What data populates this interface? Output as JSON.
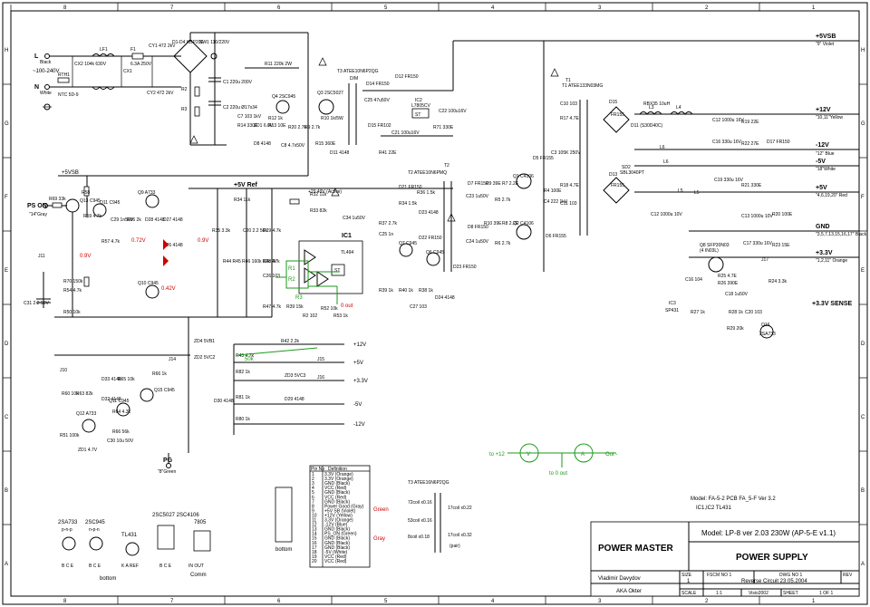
{
  "frame": {
    "columns": [
      "8",
      "7",
      "6",
      "5",
      "4",
      "3",
      "2",
      "1"
    ],
    "rows": [
      "H",
      "G",
      "F",
      "E",
      "D",
      "C",
      "B",
      "A"
    ]
  },
  "ac_input": {
    "line_label": "L",
    "line_color": "Black",
    "neutral_label": "N",
    "neutral_color": "White",
    "voltage": "~100-240V",
    "fuse": "F1",
    "fuse_value": "6.3A 250V",
    "ntc": "NTC 5D-9",
    "rth": "RTH1",
    "lf1": "LF1",
    "cx1": "CX1",
    "cx2": "CX2 104k 630V",
    "cy1": "CY1 472 2kV",
    "cy2": "CY2 472 2kV",
    "bridge": "D1-D4 KBP206",
    "sw1": "SW1 110/220V"
  },
  "ps_on": {
    "label": "PS ON",
    "pin": "\"14\"Gray",
    "r69": "R69 33k"
  },
  "rails_right": [
    {
      "name": "+5VSB",
      "pin": "\"9\" Violet"
    },
    {
      "name": "+12V",
      "pin": "\"10,11\"Yellow"
    },
    {
      "name": "-12V",
      "pin": "\"12\" Blue"
    },
    {
      "name": "-5V",
      "pin": "\"18\"White"
    },
    {
      "name": "+5V",
      "pin": "\"4,6,19,20\" Red"
    },
    {
      "name": "GND",
      "pin": "\"3,5,7,13,15,16,17\" Black"
    },
    {
      "name": "+3.3V",
      "pin": "\"1,2,11\" Orange"
    },
    {
      "name": "+3.3V SENSE",
      "pin": ""
    }
  ],
  "ic": {
    "ic1": "IC1",
    "ic1_type": "TL494",
    "ic2": "IC2",
    "ic2_type": "L7805CV",
    "ic3": "IC3",
    "ic3_type": "SP431"
  },
  "transformers": {
    "t1": "T1 ATEE133N03MG",
    "t2": "T2 ATEE10N6PMQ",
    "t3": "T3 ATEE10N6P2QG",
    "t3_dual": "T3 ATEE16N6P2QG"
  },
  "transistors": {
    "q1": "Q1 C4106",
    "q2": "Q2 C4106",
    "q3": "Q3 2SC5027",
    "q4": "Q4 2SC945",
    "q5": "Q5 C945",
    "q6": "Q6 C945",
    "q7": "Q7 C945",
    "q8": "Q8 SFP30N03",
    "q9": "Q9 A733",
    "q10": "Q10 C945",
    "q11": "Q11 C945",
    "q12": "Q12 A733",
    "q13": "Q13 C945",
    "q15": "Q15 C945",
    "q16": "Q16 2SA733"
  },
  "voltages": {
    "v072": "0.72V",
    "v09a": "0.9V",
    "v09b": "0.9V",
    "v042": "0.42V",
    "v5ref": "+5V Ref",
    "v2949": "+29.49V (Active)"
  },
  "output_rails": [
    "+12V",
    "+5V",
    "+3.3V",
    "-5V",
    "-12V"
  ],
  "rail_resistors": {
    "r42": "R42 2.2k",
    "r43": "R43 4.7k",
    "r43v": "50k",
    "r82": "R82 1k",
    "r81": "R81 1k",
    "r80": "R80 1k",
    "zd3": "ZD3 5VC3",
    "j15": "J15",
    "j16": "J16",
    "d29": "D29 4148",
    "d30": "D30 4148"
  },
  "green_annotations": {
    "o_out": "0 out",
    "r1": "R1",
    "r2": "R2",
    "r3": "R3",
    "to12": "to +12",
    "to0": "to 0 out",
    "out": "Out -",
    "vm": "V",
    "am": "A"
  },
  "pg": {
    "label": "PG",
    "pin": "\"8\"Green",
    "r51": "R51 100k",
    "zd1": "ZD1 4.7V"
  },
  "wire_table": {
    "header": [
      "Pin No",
      "Definition"
    ],
    "rows": [
      [
        "1",
        "3.3V (Orange)"
      ],
      [
        "2",
        "3.3V (Orange)"
      ],
      [
        "3",
        "GND (Black)"
      ],
      [
        "4",
        "VCC (Red)"
      ],
      [
        "5",
        "GND (Black)"
      ],
      [
        "6",
        "VCC (Red)"
      ],
      [
        "7",
        "GND (Black)"
      ],
      [
        "8",
        "Power Good (Gray)"
      ],
      [
        "9",
        "+5V SB (Violet)"
      ],
      [
        "10",
        "+12V (Yellow)"
      ],
      [
        "11",
        "3.3V (Orange)"
      ],
      [
        "12",
        "-12V (Blue)"
      ],
      [
        "13",
        "GND (Black)"
      ],
      [
        "14",
        "PS_ON (Green)"
      ],
      [
        "15",
        "GND (Black)"
      ],
      [
        "16",
        "GND (Black)"
      ],
      [
        "17",
        "GND (Black)"
      ],
      [
        "18",
        "-5V (White)"
      ],
      [
        "19",
        "VCC (Red)"
      ],
      [
        "20",
        "VCC (Red)"
      ]
    ],
    "connector_label": "bottom",
    "tag_green": "Green",
    "tag_gray": "Gray"
  },
  "t3_detail": {
    "title": "T3 ATEE16N6P2QG",
    "l1": "72coil x0.16",
    "l2": "53coil x0.16",
    "l3": "8coil x0.18",
    "r1": "17coil x0.22",
    "r2": "17coil x0.32",
    "r3": "(pair)"
  },
  "pinouts": {
    "p1": "2SA733",
    "p1s": "p-n-p",
    "p2": "2SC945",
    "p2s": "n-p-n",
    "p3": "TL431",
    "p4": "2SC5027 2SC4106",
    "p5": "7805",
    "bottom": "bottom",
    "comm": "Comm",
    "pins_bce": "B C E",
    "pins_bce2": "B C E",
    "pins_tl": "K A REF",
    "pins_in": "IN OUT"
  },
  "model": {
    "line1": "Model: FA-5-2 PCB FA_5-F Ver 3.2",
    "line2": "IC1,IC2 TL431"
  },
  "title_block": {
    "company": "POWER MASTER",
    "model_name": "Model: LP-8 ver 2.03 230W (AP-5-E v1.1)",
    "title": "POWER SUPPLY",
    "author": "Vladimir Davydov",
    "nick": "AKA Okter",
    "size_label": "SIZE",
    "size": "1",
    "fscm_label": "FSCM NO 1",
    "dwg_label": "DWG NO 1",
    "rev_label": "REV",
    "dwg": "Reverse Circuit 23.05.2004",
    "scale_label": "SCALE",
    "scale": "1:1",
    "visio": "Visio2002",
    "sheet_label": "SHEET",
    "sheet": "1 OF 1"
  }
}
